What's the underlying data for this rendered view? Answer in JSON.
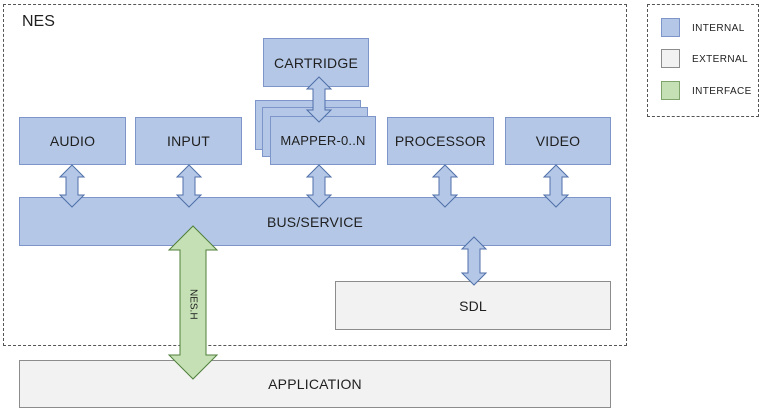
{
  "system_label": "NES",
  "blocks": {
    "cartridge": "CARTRIDGE",
    "audio": "AUDIO",
    "input": "INPUT",
    "mapper": "MAPPER-0..N",
    "processor": "PROCESSOR",
    "video": "VIDEO",
    "bus": "BUS/SERVICE",
    "sdl": "SDL",
    "application": "APPLICATION",
    "interface_label": "NES.H"
  },
  "legend": {
    "internal": "INTERNAL",
    "external": "EXTERNAL",
    "interface": "INTERFACE"
  },
  "colors": {
    "internal": "#b4c7e7",
    "external": "#f2f2f2",
    "interface": "#c5e0b4"
  }
}
